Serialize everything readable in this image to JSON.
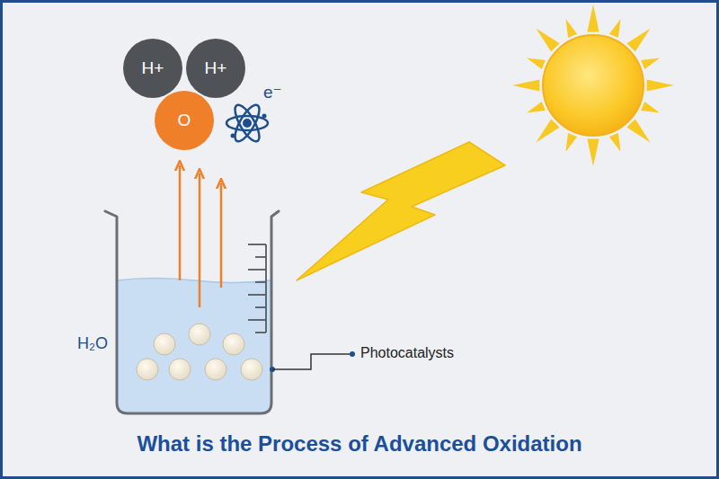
{
  "diagram": {
    "title": "What is the Process of Advanced Oxidation",
    "nodes": [
      {
        "text": [
          "H+"
        ]
      },
      {
        "text": [
          "H+"
        ]
      },
      {
        "text": [
          "O"
        ]
      }
    ],
    "edges": [],
    "labels": [
      "e⁻",
      "H₂O",
      "Photocatalysts"
    ]
  }
}
